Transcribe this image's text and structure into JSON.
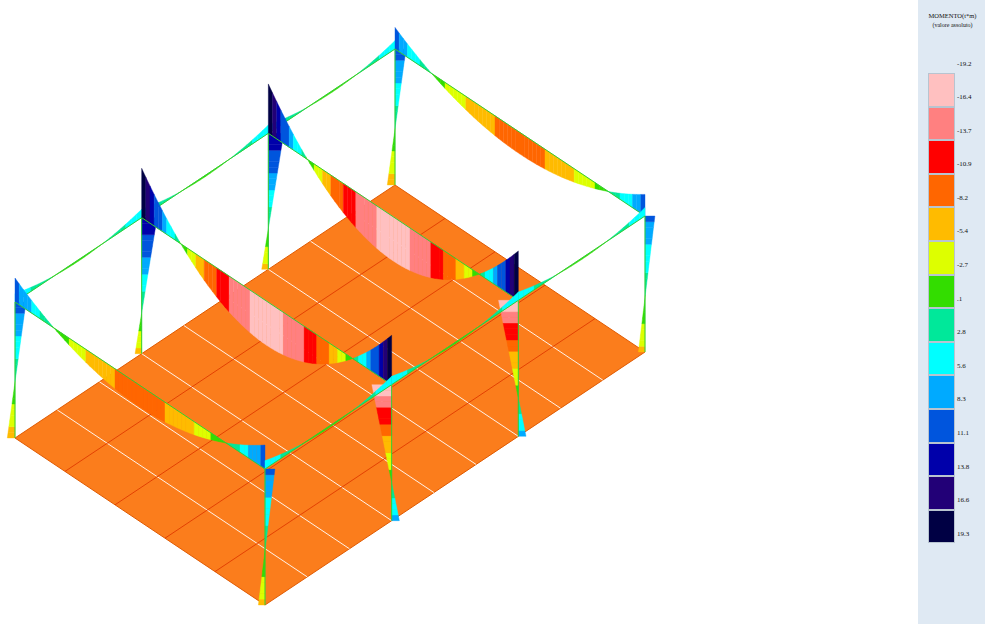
{
  "diagram": {
    "title": "MOMENTO(t*m)",
    "labels": [
      "(valore assoluto)",
      "-19.2"
    ],
    "legend": [
      {
        "text": "-16.4",
        "color": "#ffc0c0"
      },
      {
        "text": "-13.7",
        "color": "#ff8080"
      },
      {
        "text": "-10.9",
        "color": "#ff0000"
      },
      {
        "text": "-8.2",
        "color": "#ff6600"
      },
      {
        "text": "-5.4",
        "color": "#ffbb00"
      },
      {
        "text": "-2.7",
        "color": "#ddff00"
      },
      {
        "text": ".1",
        "color": "#33dd00"
      },
      {
        "text": "2.8",
        "color": "#00e89a"
      },
      {
        "text": "5.6",
        "color": "#00ffff"
      },
      {
        "text": "8.3",
        "color": "#00aaff"
      },
      {
        "text": "11.1",
        "color": "#0055dd"
      },
      {
        "text": "13.8",
        "color": "#0000aa"
      },
      {
        "text": "16.6",
        "color": "#220077"
      },
      {
        "text": "19.3",
        "color": "#000044"
      }
    ]
  }
}
